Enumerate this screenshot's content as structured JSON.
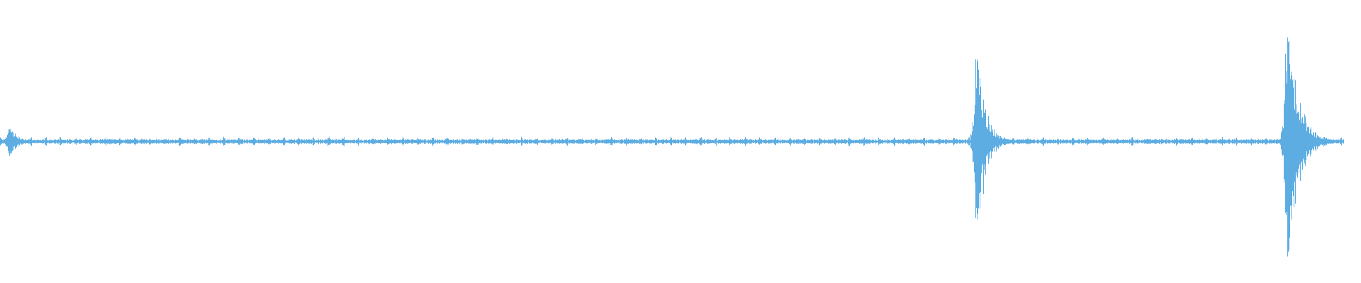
{
  "waveform": {
    "color": "#5dade2",
    "background": "#ffffff",
    "duration_fraction_with_audio": 0.987,
    "bursts": [
      {
        "position": 0.006,
        "amplitude": 0.12,
        "decay": 0.006
      },
      {
        "position": 0.717,
        "amplitude": 0.84,
        "decay": 0.006
      },
      {
        "position": 0.945,
        "amplitude": 1.0,
        "decay": 0.008
      }
    ],
    "noise_floor": 0.012
  }
}
